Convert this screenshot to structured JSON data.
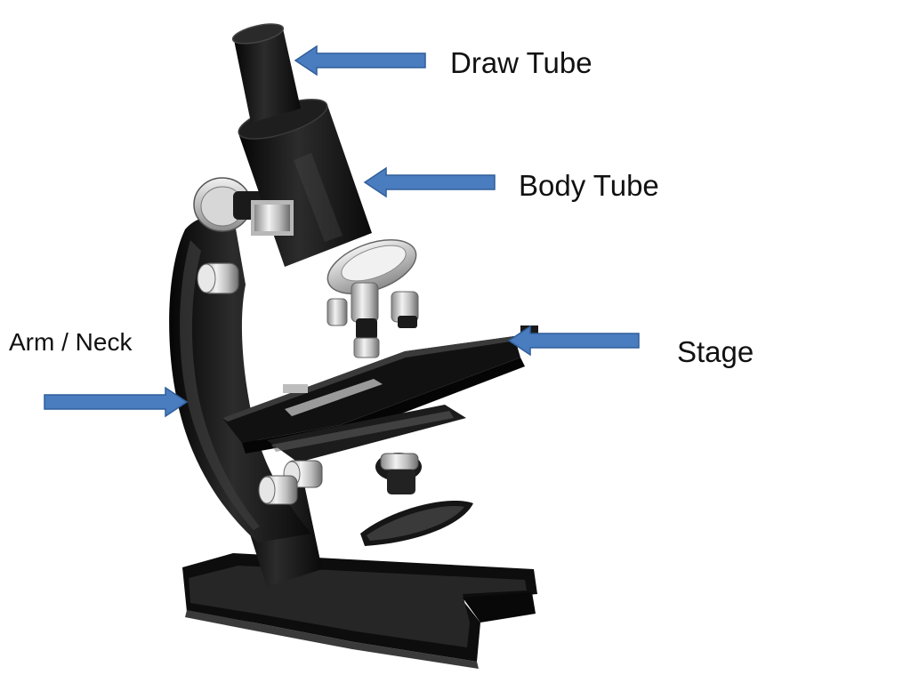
{
  "diagram": {
    "labels": {
      "draw_tube": "Draw Tube",
      "body_tube": "Body Tube",
      "stage": "Stage",
      "arm_neck": "Arm / Neck"
    },
    "colors": {
      "arrow_fill": "#4a7cc0",
      "arrow_stroke": "#2f5f9a",
      "metal_dark": "#141414",
      "chrome": "#c9c9c9"
    },
    "icons": [
      "microscope-illustration",
      "arrow-left-icon",
      "arrow-right-icon"
    ]
  }
}
